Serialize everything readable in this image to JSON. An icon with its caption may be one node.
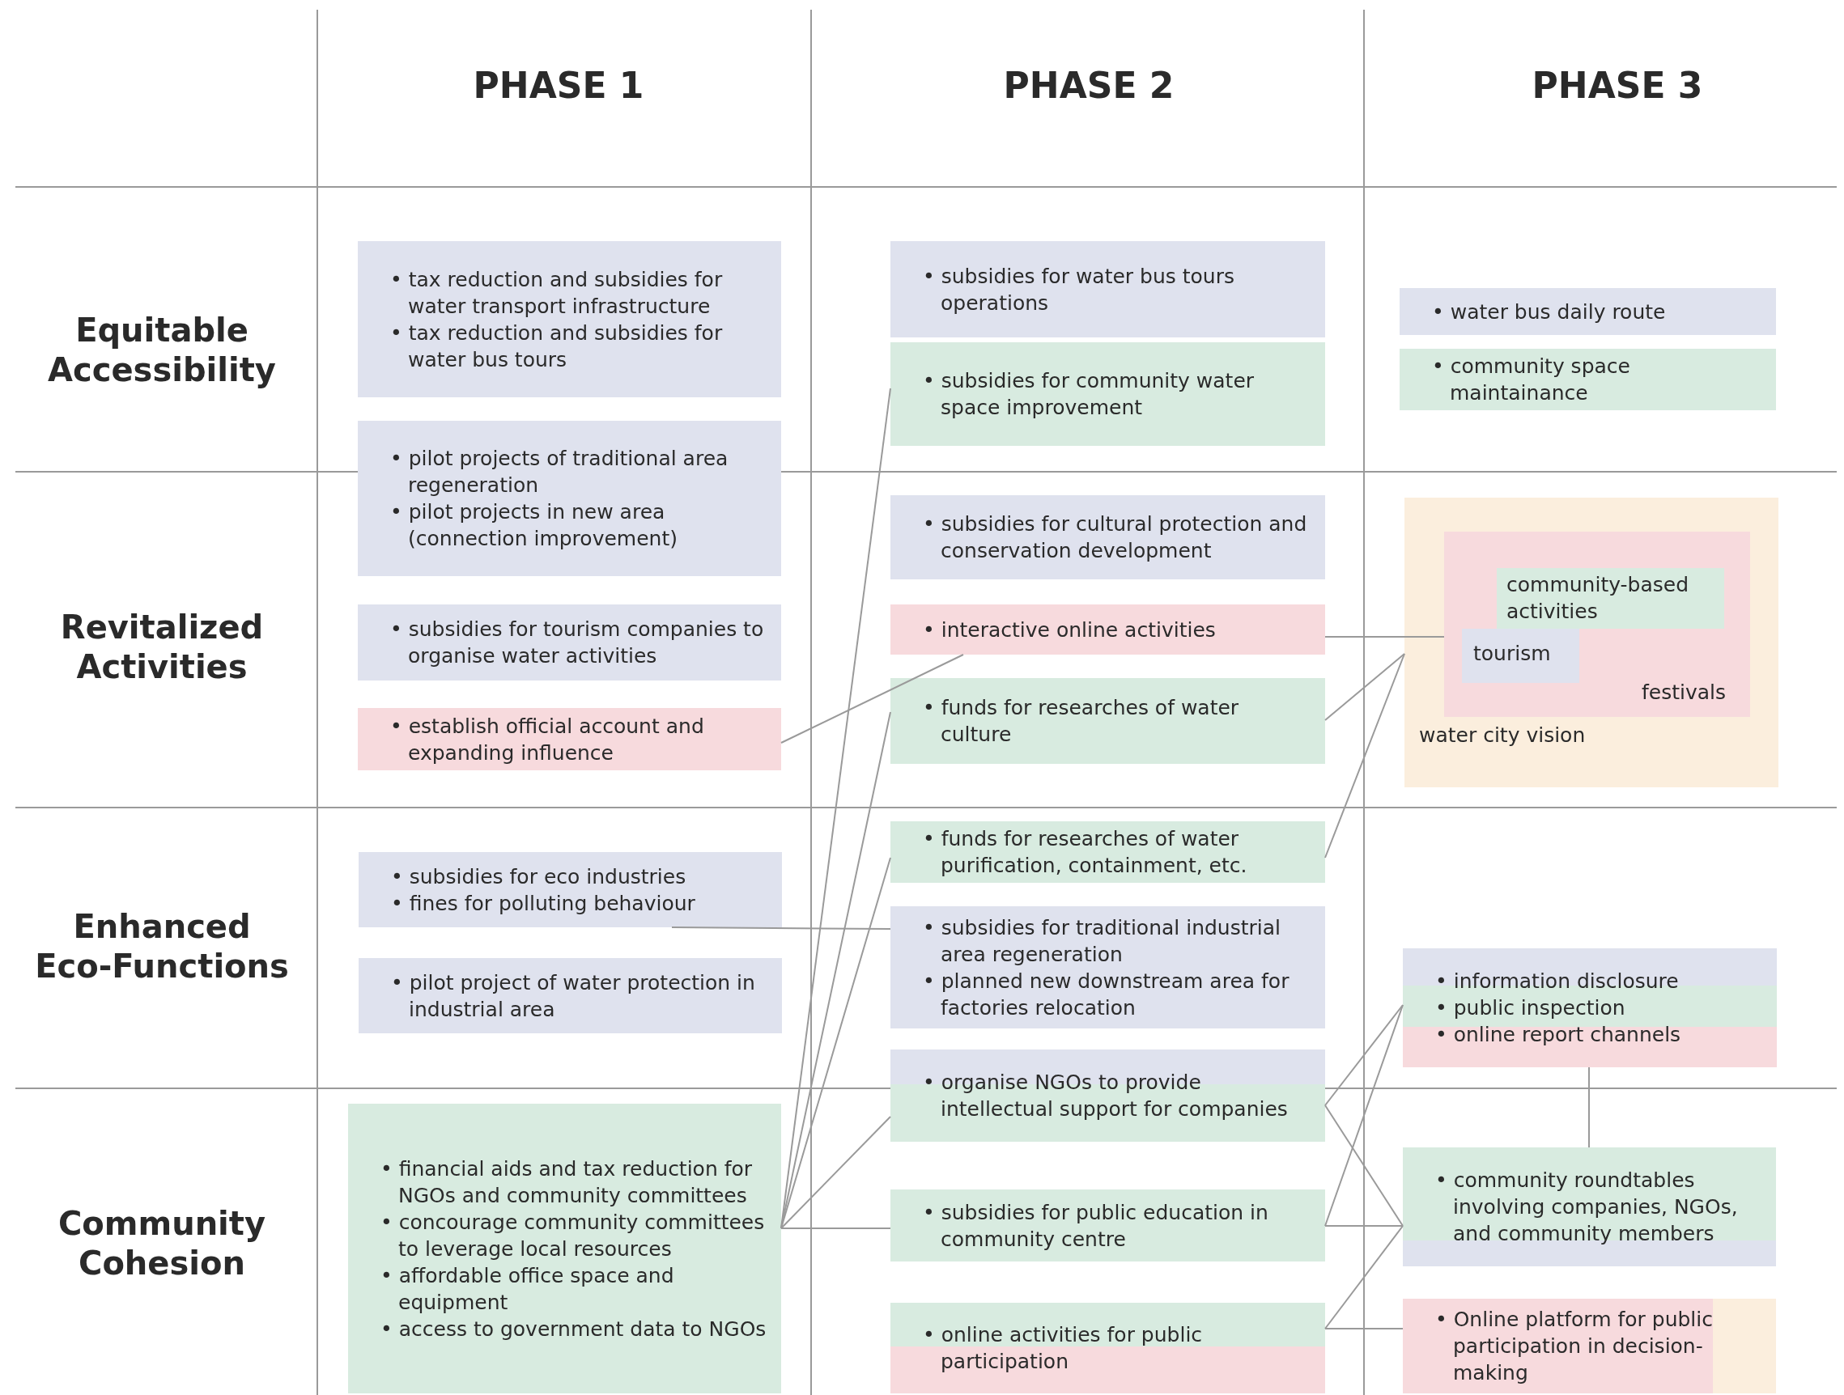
{
  "diagram": {
    "nodes": [
      {
        "text": [
          "• tax reduction and subsidies for water transport infrastructure",
          "• tax reduction and subsidies for water bus tours"
        ]
      },
      {
        "text": [
          "• pilot projects of traditional area regeneration",
          "• pilot projects in new area (connection improvement)"
        ]
      },
      {
        "text": [
          "• subsidies for tourism companies to organise water activities"
        ]
      },
      {
        "text": [
          "• establish official account and expanding influence"
        ]
      },
      {
        "text": [
          "• subsidies for eco industries",
          "• fines for polluting behaviour"
        ]
      },
      {
        "text": [
          "• pilot project of water protection in industrial area"
        ]
      },
      {
        "text": [
          "• financial aids and tax reduction for NGOs and community committees",
          "• concourage community committees to leverage local resources",
          "• affordable office space and equipment",
          "• access to government data to NGOs"
        ]
      },
      {
        "text": [
          "• subsidies for water bus tours operations"
        ]
      },
      {
        "text": [
          "• subsidies for community water space improvement"
        ]
      },
      {
        "text": [
          "• subsidies for cultural protection and conservation development"
        ]
      },
      {
        "text": [
          "• interactive online activities"
        ]
      },
      {
        "text": [
          "• funds for researches of water culture"
        ]
      },
      {
        "text": [
          "• funds for researches of water purification, containment, etc."
        ]
      },
      {
        "text": [
          "• subsidies for traditional industrial area regeneration",
          "• planned new downstream area for factories relocation"
        ]
      },
      {
        "text": [
          "• organise NGOs to provide intellectual support for companies"
        ]
      },
      {
        "text": [
          "• subsidies for public education in community centre"
        ]
      },
      {
        "text": [
          "• online activities for public participation"
        ]
      },
      {
        "text": [
          "• water bus daily route"
        ]
      },
      {
        "text": [
          "• community space maintainance"
        ]
      },
      {
        "text": [
          "water city vision"
        ]
      },
      {
        "text": [
          "festivals"
        ],
        "in": 19
      },
      {
        "text": [
          "community-based activities"
        ],
        "in": 20
      },
      {
        "text": [
          "tourism"
        ],
        "in": 20
      },
      {
        "text": [
          "• information disclosure",
          "• public inspection",
          "• online report channels"
        ]
      },
      {
        "text": [
          "• community roundtables involving companies, NGOs, and community members"
        ]
      },
      {
        "text": [
          "• Online platform for public participation in decision-making"
        ]
      }
    ],
    "edges": [
      {
        "from": 3,
        "to": 10,
        "arrow": "none"
      },
      {
        "from": 4,
        "to": 13,
        "arrow": "none"
      },
      {
        "from": 6,
        "to": 8,
        "arrow": "none"
      },
      {
        "from": 6,
        "to": 11,
        "arrow": "none"
      },
      {
        "from": 6,
        "to": 12,
        "arrow": "none"
      },
      {
        "from": 6,
        "to": 14,
        "arrow": "none"
      },
      {
        "from": 6,
        "to": 15,
        "arrow": "none"
      },
      {
        "from": 10,
        "to": 20,
        "arrow": "none"
      },
      {
        "from": 11,
        "to": 19,
        "arrow": "none"
      },
      {
        "from": 12,
        "to": 19,
        "arrow": "none"
      },
      {
        "from": 14,
        "to": 23,
        "arrow": "none"
      },
      {
        "from": 14,
        "to": 24,
        "arrow": "none"
      },
      {
        "from": 15,
        "to": 23,
        "arrow": "none"
      },
      {
        "from": 15,
        "to": 24,
        "arrow": "none"
      },
      {
        "from": 16,
        "to": 24,
        "arrow": "none"
      },
      {
        "from": 16,
        "to": 25,
        "arrow": "none"
      },
      {
        "from": 23,
        "to": 24,
        "arrow": "none"
      }
    ],
    "labels": [
      "PHASE 1",
      "PHASE 2",
      "PHASE 3",
      "Equitable Accessibility",
      "Revitalized Activities",
      "Enhanced Eco-Functions",
      "Community Cohesion"
    ]
  }
}
